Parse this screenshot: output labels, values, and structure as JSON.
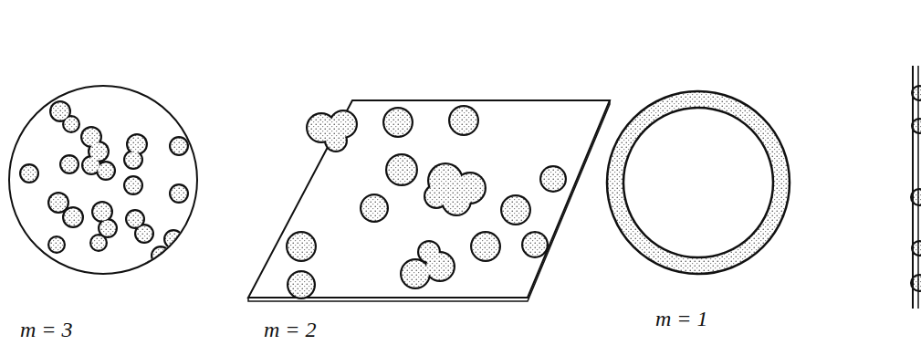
{
  "diagram": {
    "labels": [
      "m = 3",
      "m = 2",
      "m = 1"
    ]
  }
}
